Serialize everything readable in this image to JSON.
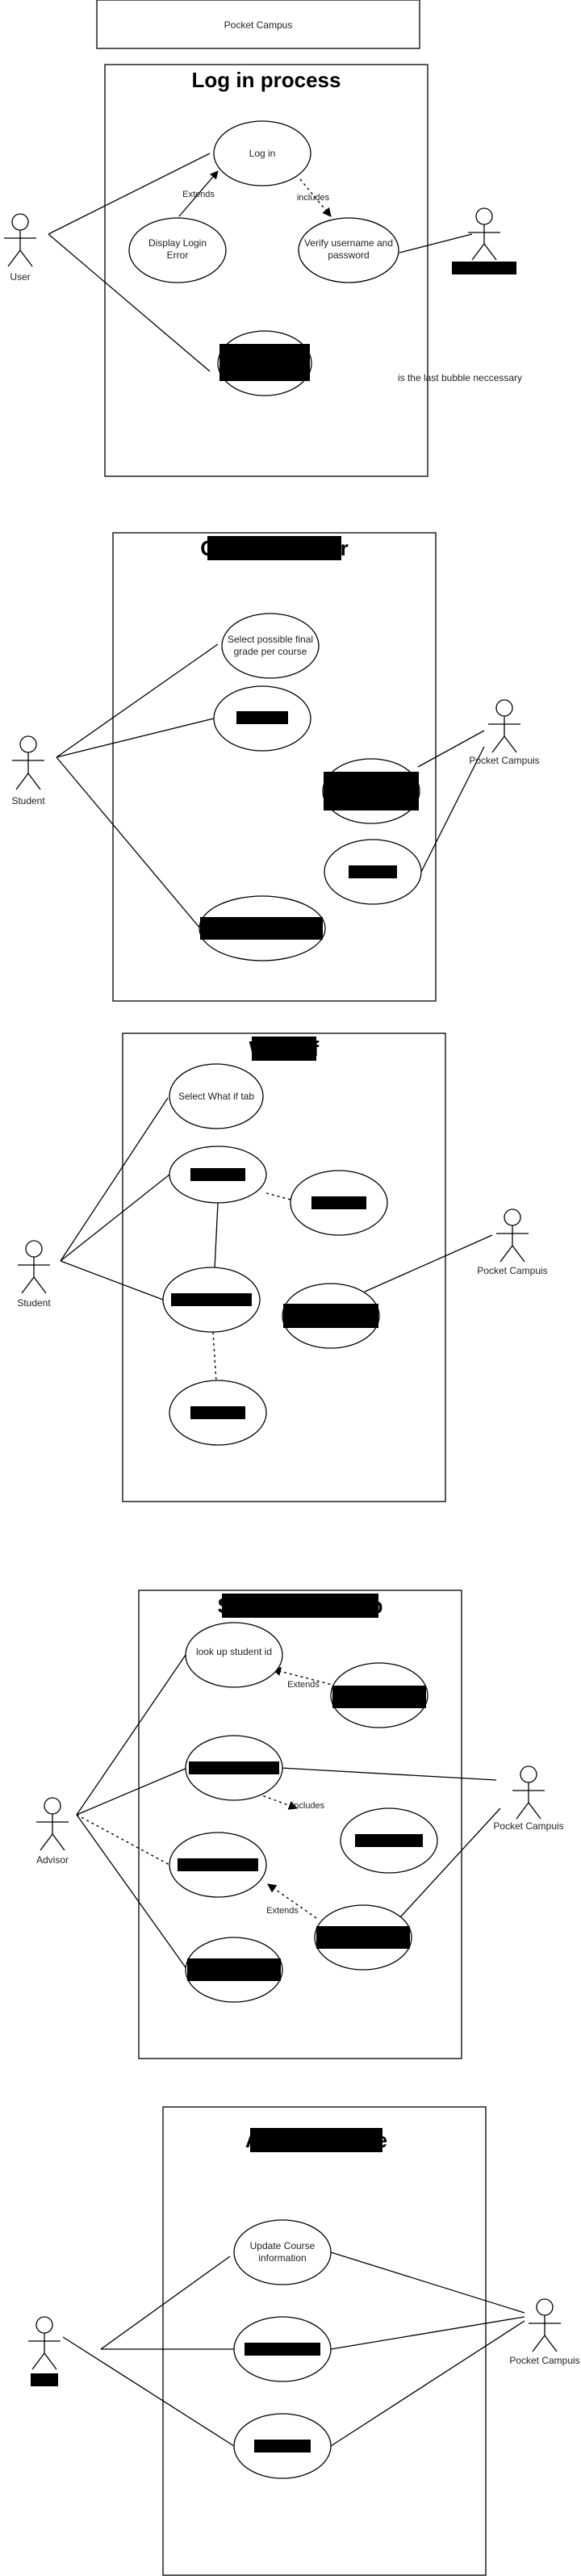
{
  "header": {
    "title": "Pocket Campus"
  },
  "actor_labels": {
    "user": "User",
    "student": "Student",
    "advisor": "Advisor",
    "pocket_campus": "Pocket Campuis"
  },
  "relation_labels": {
    "extends": "Extends",
    "includes": "includes"
  },
  "login": {
    "title": "Log in process",
    "use_cases": {
      "log_in": "Log in",
      "display_error": [
        "Display Login",
        "Error"
      ],
      "verify": [
        "Verify username and",
        "password"
      ]
    },
    "note": "is the last bubble neccessary"
  },
  "gpa": {
    "title": "GPA calculator",
    "use_cases": {
      "select_grade": [
        "Select possible final",
        "grade per course"
      ]
    }
  },
  "whatif": {
    "title": "What if",
    "use_cases": {
      "select_tab": "Select What if tab"
    }
  },
  "lookup": {
    "title": "Student Look up",
    "use_cases": {
      "lookup_id": [
        "look up student id"
      ]
    }
  },
  "admin": {
    "title": "Admin Update",
    "use_cases": {
      "update_course": [
        "Update Course",
        "information"
      ]
    }
  }
}
